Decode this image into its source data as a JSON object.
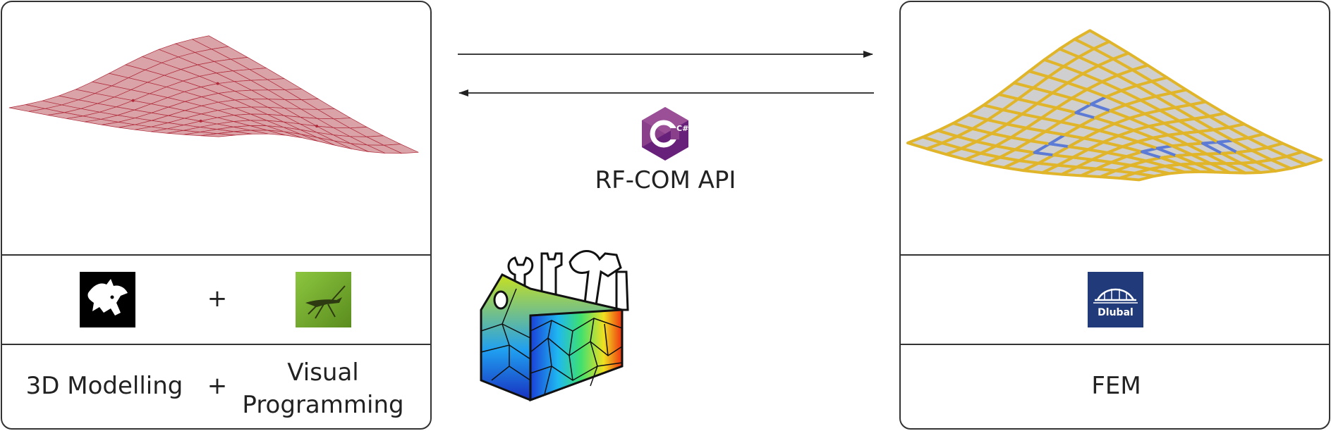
{
  "left_panel": {
    "plus_top": "+",
    "label_modelling": "3D Modelling",
    "plus_bottom": "+",
    "label_programming_line1": "Visual",
    "label_programming_line2": "Programming",
    "logo_left": "rhino-icon",
    "logo_right": "grasshopper-icon"
  },
  "center": {
    "api_label": "RF-COM API",
    "csharp_logo_text": "C#",
    "icons": [
      "arrow-right-icon",
      "arrow-left-icon",
      "csharp-icon",
      "toolbox-icon"
    ]
  },
  "right_panel": {
    "label_fem": "FEM",
    "dlubal_logo_text": "Dlubal",
    "logo": "dlubal-icon"
  },
  "colors": {
    "surface_fill": "#d9a3a8",
    "surface_line": "#b02a3a",
    "grid_yellow": "#e0b52a",
    "grid_fill": "#cfcfcf",
    "highlight_blue": "#5b7bd6",
    "dlubal_blue": "#213b7a",
    "grasshopper_green": "#6ea12a",
    "csharp_purple": "#68217a"
  }
}
